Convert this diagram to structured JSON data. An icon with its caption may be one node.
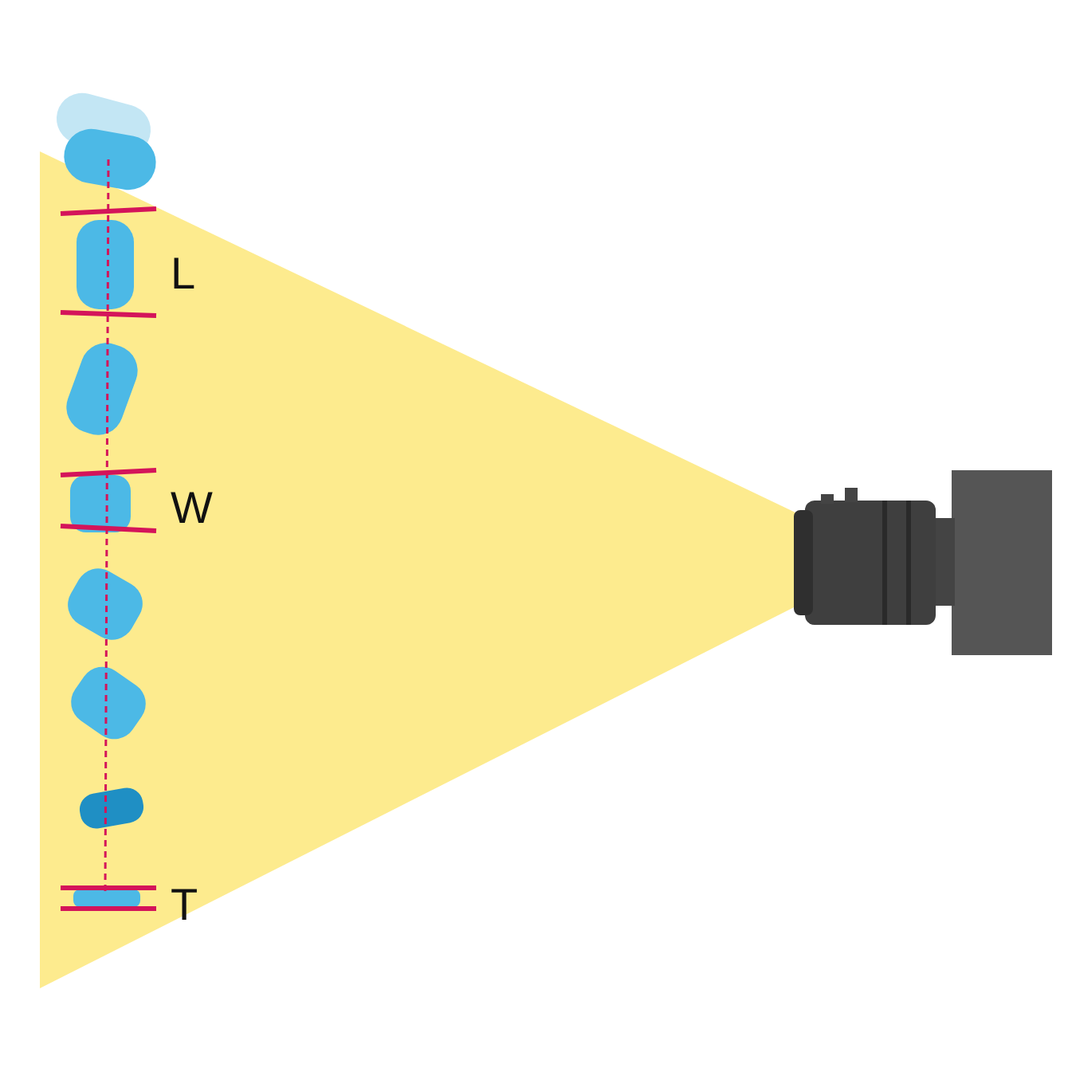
{
  "diagram": {
    "labels": [
      "L",
      "W",
      "T"
    ]
  }
}
